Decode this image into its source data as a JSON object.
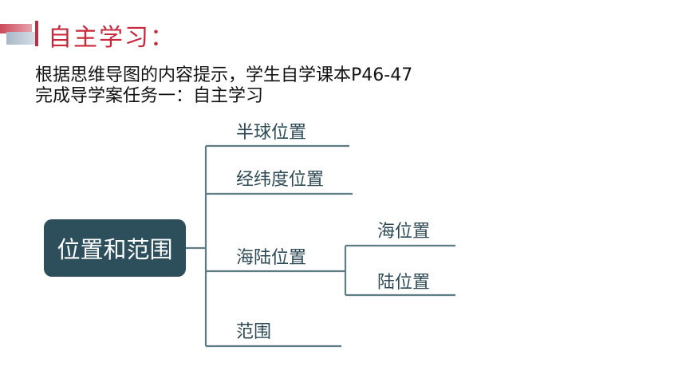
{
  "header": {
    "title": "自主学习："
  },
  "intro": {
    "line1": "根据思维导图的内容提示，学生自学课本P46-47",
    "line2": "完成导学案任务一：自主学习"
  },
  "mindmap": {
    "root": "位置和范围",
    "branches": [
      {
        "label": "半球位置"
      },
      {
        "label": "经纬度位置"
      },
      {
        "label": "海陆位置",
        "children": [
          "海位置",
          "陆位置"
        ]
      },
      {
        "label": "范围"
      }
    ]
  },
  "colors": {
    "accent": "#c8283c",
    "root_fill": "#2c4f5b",
    "line": "#5f7c85",
    "node_text": "#2d4a55"
  }
}
